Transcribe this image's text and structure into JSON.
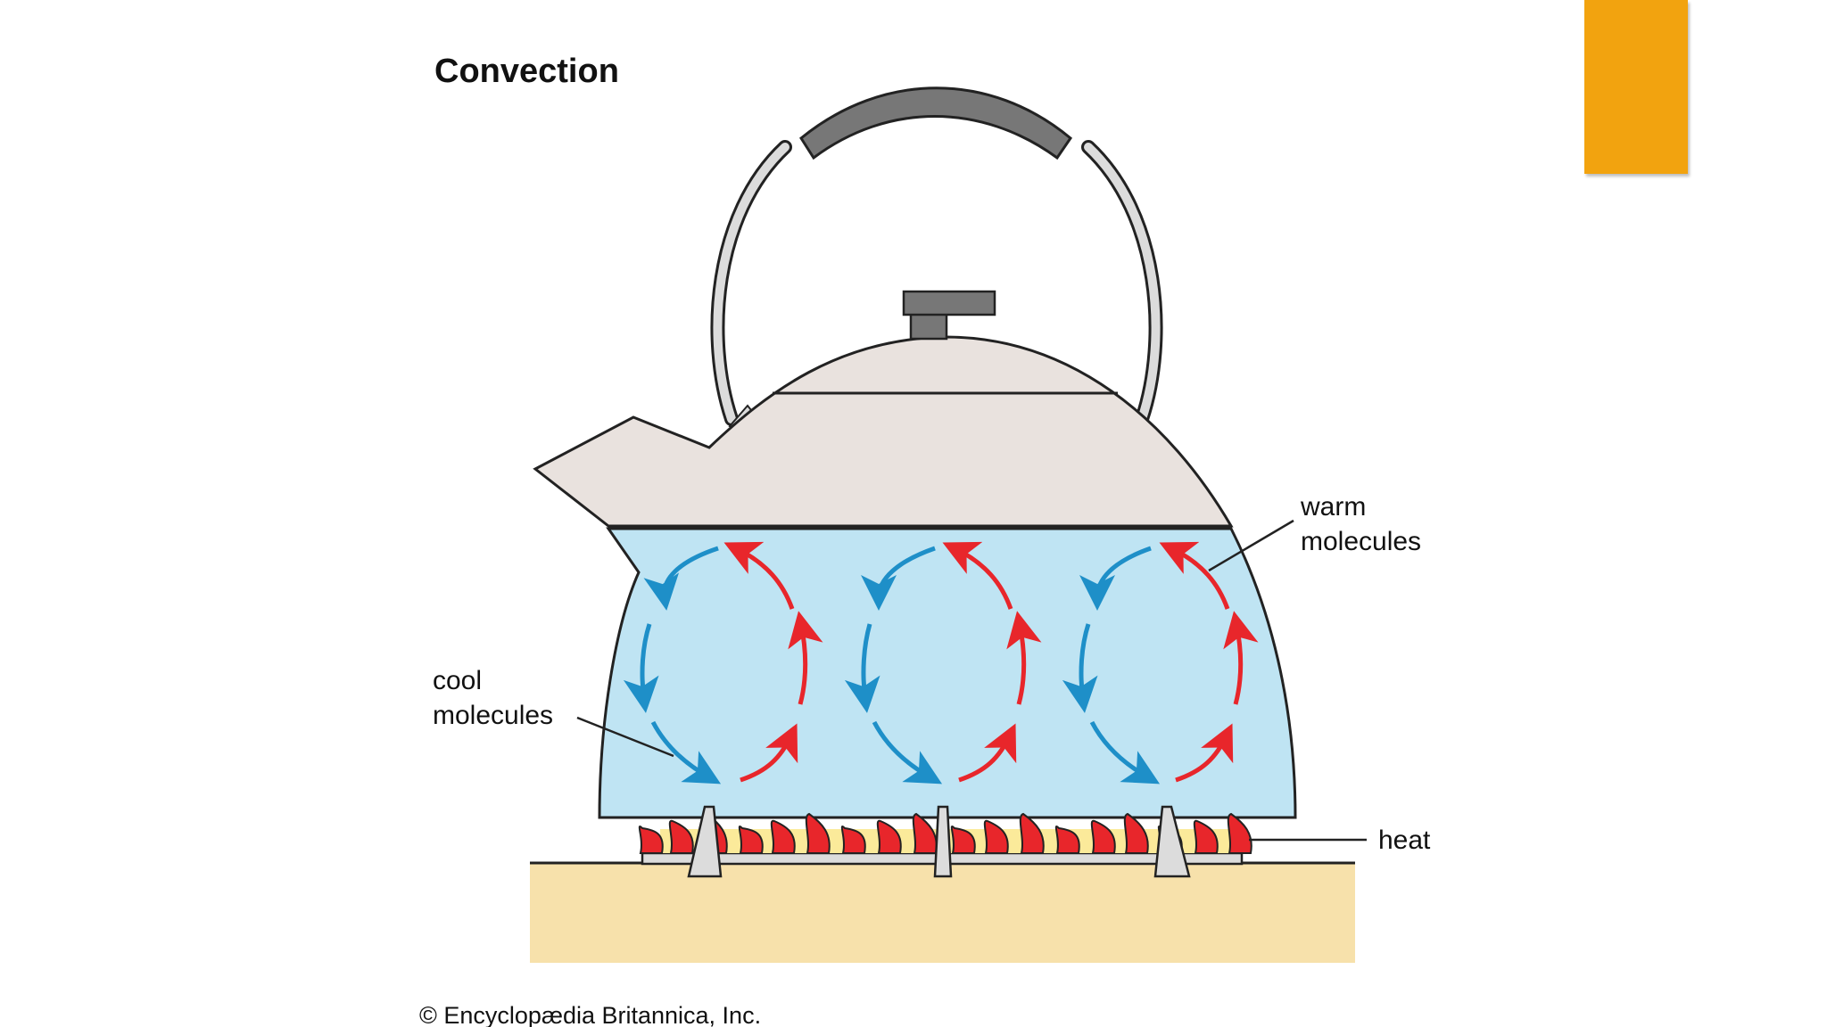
{
  "slide": {
    "accent_color": "#F2A30F"
  },
  "diagram": {
    "title": "Convection",
    "labels": {
      "warm_line1": "warm",
      "warm_line2": "molecules",
      "cool_line1": "cool",
      "cool_line2": "molecules",
      "heat": "heat"
    },
    "copyright": "© Encyclopædia Britannica, Inc.",
    "colors": {
      "water": "#BFE4F3",
      "kettle_body": "#E9E2DE",
      "handle_grip": "#777777",
      "stove_surface": "#F7E1AB",
      "warm_arrow": "#E8262B",
      "cool_arrow": "#1E8FC8",
      "flame_red": "#E8262B",
      "flame_yellow": "#FBEA9A"
    }
  }
}
